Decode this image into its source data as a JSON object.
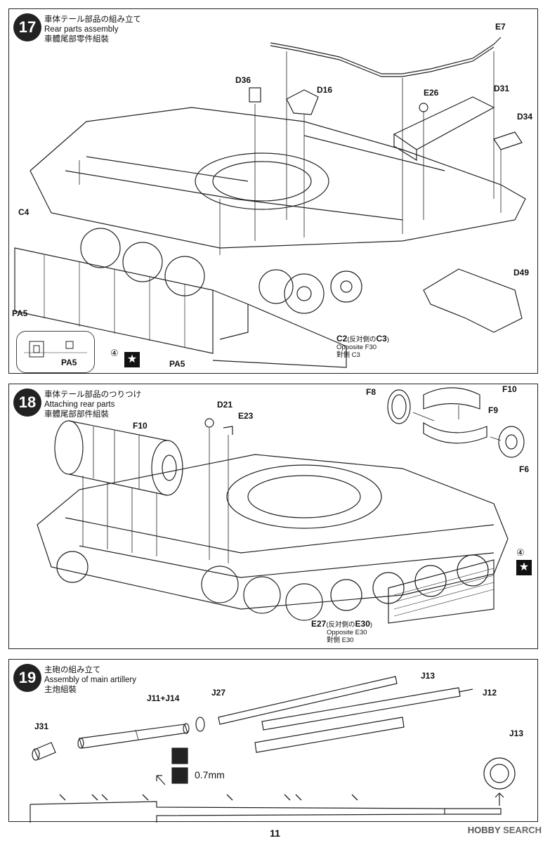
{
  "step17": {
    "number": "17",
    "title_ja": "車体テール部品の組み立て",
    "title_en": "Rear parts assembly",
    "title_zh": "車體尾部零件組裝",
    "labels": {
      "e7": "E7",
      "d36": "D36",
      "d16": "D16",
      "e26": "E26",
      "d31": "D31",
      "d34": "D34",
      "c4": "C4",
      "pa5_left": "PA5",
      "pa5_inset": "PA5",
      "pa5_bottom": "PA5",
      "d49": "D49"
    },
    "circle_ref": "④",
    "part_note": {
      "main": "C2",
      "main_note": "(反対側の",
      "alt": "C3",
      "alt_close": ")",
      "en": "Opposite F30",
      "zh": "對側 C3"
    }
  },
  "step18": {
    "number": "18",
    "title_ja": "車体テール部品のつりつけ",
    "title_en": "Attaching rear parts",
    "title_zh": "車體尾部部件組裝",
    "labels": {
      "d21": "D21",
      "e23": "E23",
      "f8": "F8",
      "f10_top": "F10",
      "f9": "F9",
      "f6": "F6",
      "f10_left": "F10"
    },
    "circle_ref": "④",
    "part_note": {
      "main": "E27",
      "main_note": "(反対側の",
      "alt": "E30",
      "alt_close": ")",
      "en": "Opposite E30",
      "zh": "對側 E30"
    }
  },
  "step19": {
    "number": "19",
    "title_ja": "主砲の組み立て",
    "title_en": "Assembly of main artillery",
    "title_zh": "主炮組裝",
    "labels": {
      "j13_top": "J13",
      "j12": "J12",
      "j27": "J27",
      "j11_j14": "J11+J14",
      "j31": "J31",
      "j13_detail": "J13"
    },
    "drill_size": "0.7mm"
  },
  "page_number": "11",
  "watermark": {
    "brand": "HOBBY",
    "brand2": "SEARCH"
  },
  "colors": {
    "line": "#222222",
    "panel_bg": "#ffffff",
    "label_bg": "#111111"
  }
}
